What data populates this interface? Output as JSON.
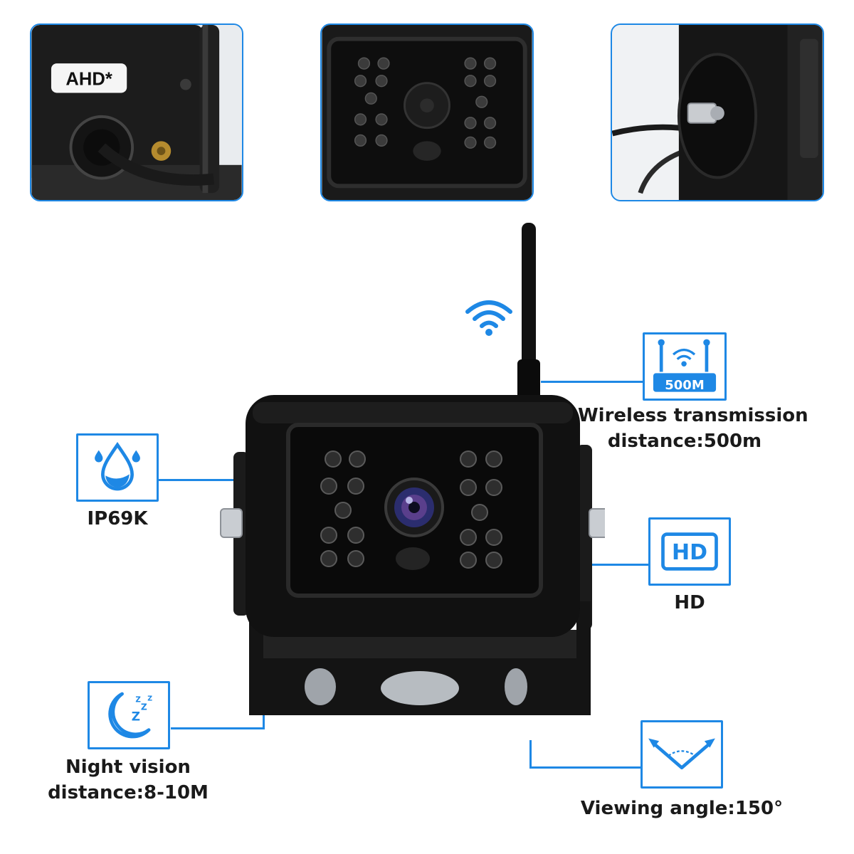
{
  "thumbnails": {
    "left_badge": "AHD*"
  },
  "features": {
    "wireless": {
      "icon": "router-500m-icon",
      "badge": "500M",
      "label_line1": "Wireless transmission",
      "label_line2": "distance:500m"
    },
    "waterproof": {
      "icon": "water-drop-icon",
      "label": "IP69K"
    },
    "hd": {
      "icon": "hd-icon",
      "badge": "HD",
      "label": "HD"
    },
    "night": {
      "icon": "moon-sleep-icon",
      "label_line1": "Night vision",
      "label_line2": "distance:8-10M"
    },
    "angle": {
      "icon": "viewing-angle-icon",
      "label": "Viewing angle:150°"
    }
  },
  "colors": {
    "accent": "#1e88e5",
    "camera_body": "#111111"
  }
}
